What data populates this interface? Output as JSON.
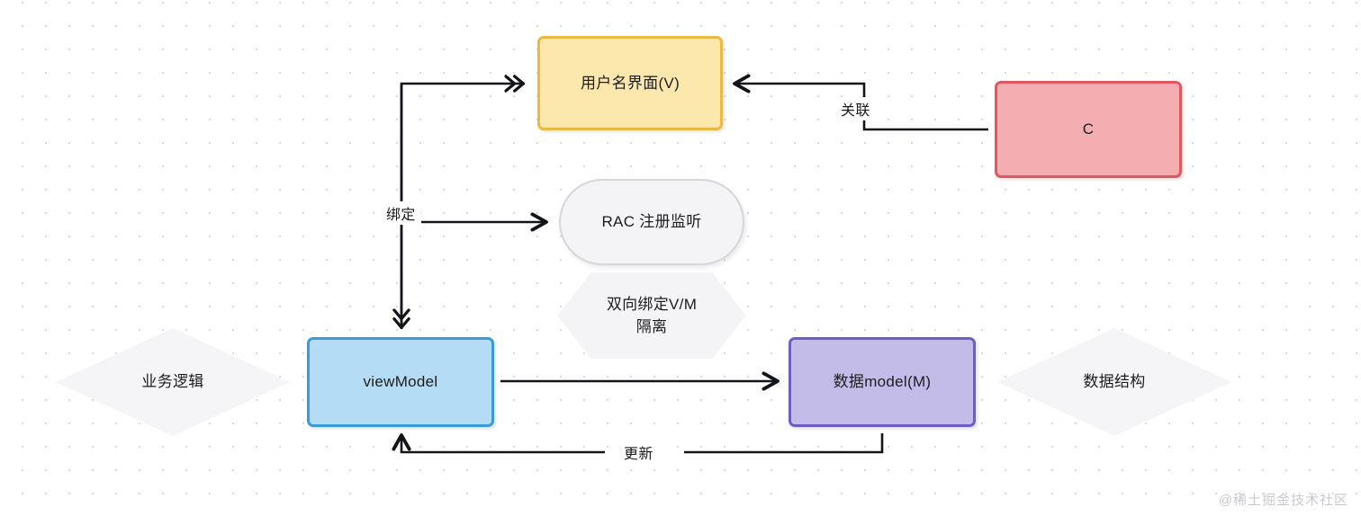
{
  "diagram": {
    "type": "flowchart",
    "background": "dot-grid",
    "watermark": "@稀土掘金技术社区",
    "nodes": [
      {
        "id": "view",
        "label": "用户名界面(V)",
        "shape": "rounded-rect",
        "fill": "#fce7ad",
        "stroke": "#edb942"
      },
      {
        "id": "c",
        "label": "C",
        "shape": "rounded-rect",
        "fill": "#f4aeb2",
        "stroke": "#e2565f"
      },
      {
        "id": "rac",
        "label": "RAC 注册监听",
        "shape": "stadium",
        "fill": "#f4f4f6",
        "stroke": "#d6d6db"
      },
      {
        "id": "hex",
        "label_line1": "双向绑定V/M",
        "label_line2": "隔离",
        "shape": "hexagon",
        "fill": "#f4f4f6",
        "stroke": "#d6d6db"
      },
      {
        "id": "viewmodel",
        "label": "viewModel",
        "shape": "rounded-rect",
        "fill": "#b4dcf4",
        "stroke": "#3b9ad8"
      },
      {
        "id": "model",
        "label": "数据model(M)",
        "shape": "rounded-rect",
        "fill": "#c4bce8",
        "stroke": "#6d5ec6"
      },
      {
        "id": "biz",
        "label": "业务逻辑",
        "shape": "diamond",
        "fill": "#f5f5f7",
        "stroke": "#d6d6db"
      },
      {
        "id": "struct",
        "label": "数据结构",
        "shape": "diamond",
        "fill": "#f5f5f7",
        "stroke": "#d6d6db"
      }
    ],
    "edges": [
      {
        "id": "bind",
        "label": "绑定",
        "from": "branch",
        "to": "view / viewmodel",
        "arrow": "double-chevron"
      },
      {
        "id": "rac",
        "label": "",
        "from": "branch",
        "to": "rac",
        "arrow": "single"
      },
      {
        "id": "assoc",
        "label": "关联",
        "from": "c",
        "to": "view",
        "arrow": "single"
      },
      {
        "id": "flow",
        "label": "",
        "from": "viewmodel",
        "to": "model",
        "arrow": "single"
      },
      {
        "id": "update",
        "label": "更新",
        "from": "model",
        "to": "viewmodel",
        "arrow": "single"
      }
    ],
    "stroke_color": "#13131a"
  }
}
